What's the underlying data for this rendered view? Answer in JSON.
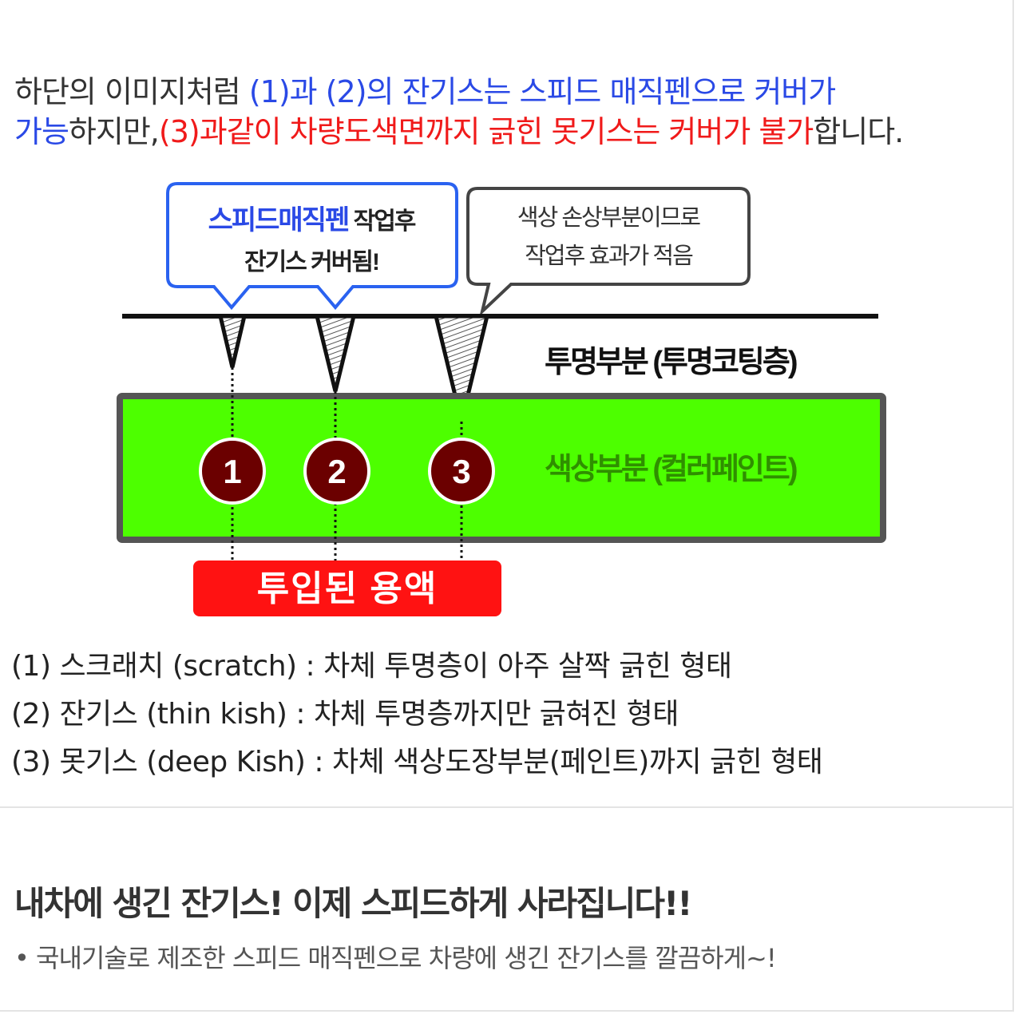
{
  "intro": {
    "line1_plain": "하단의 이미지처럼 ",
    "line1_blue": "(1)과 (2)의 잔기스는 스피드 매직펜으로 커버가",
    "line2_blue": "가능",
    "line2_plain_a": "하지만,",
    "line2_red_a": "(3)과같이 차량도색면까지 긁힌 못기스는 커버가 불가",
    "line2_plain_b": "합니다."
  },
  "diagram": {
    "bubble_left": {
      "highlight": "스피드매직펜",
      "line1_rest": " 작업후",
      "line2": "잔기스 커버됨!"
    },
    "bubble_right": {
      "line1": "색상 손상부분이므로",
      "line2": "작업후 효과가 적음"
    },
    "clear_layer_label": "투명부분 (투명코팅층)",
    "color_layer_label": "색상부분 (컬러페인트)",
    "markers": [
      "1",
      "2",
      "3"
    ],
    "solution_label": "투입된 용액",
    "colors": {
      "blue": "#2a49e6",
      "green": "#4dff00",
      "marker": "#6b0000",
      "red_button": "#ff1212"
    }
  },
  "definitions": [
    "(1) 스크래치 (scratch) : 차체 투명층이 아주 살짝 긁힌 형태",
    "(2) 잔기스 (thin kish) : 차체 투명층까지만 긁혀진 형태",
    "(3) 못기스 (deep Kish) : 차체 색상도장부분(페인트)까지 긁힌 형태"
  ],
  "section2": {
    "headline": "내차에 생긴 잔기스! 이제 스피드하게 사라집니다!!",
    "subline": "• 국내기술로 제조한 스피드 매직펜으로 차량에 생긴 잔기스를 깔끔하게~!"
  }
}
